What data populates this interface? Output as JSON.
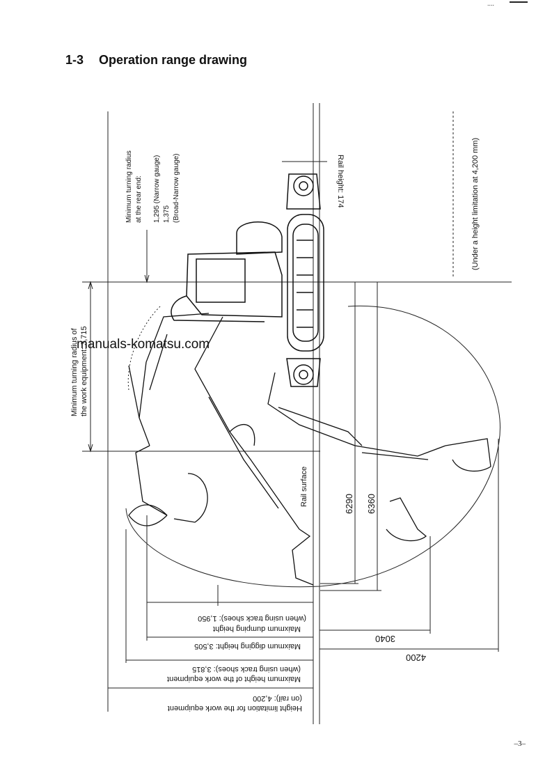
{
  "header": {
    "section_number": "1-3",
    "section_title": "Operation range drawing",
    "top_mark": "...."
  },
  "watermark": "manuals-komatsu.com",
  "annotations": {
    "turning_radius_rear": [
      "Minimum turning radius",
      "at the rear end:",
      "1,295 (Narrow gauge)",
      "1,375",
      "(Broad-Narrow gauge)"
    ],
    "rail_height": "Rail height: 174",
    "height_limit_note": "(Under a height limitation at 4,200 mm)",
    "turning_radius_work": [
      "Minimum turning radius of",
      "the work equipment: 3,715"
    ],
    "rail_surface": "Rail surface",
    "dim_6290": "6290",
    "dim_6360": "6360",
    "dim_3040": "3040",
    "dim_4200": "4200",
    "dumping_height": [
      "Maixmum dumping height",
      "(when using track shoes): 1,950"
    ],
    "digging_height": "Maixmum digging height: 3,505",
    "work_height": [
      "Maixmum height of the work equipment",
      "(when using track shoes): 3,815"
    ],
    "height_limit": [
      "Height limitation for the work equipment",
      "(on rail): 4,200"
    ]
  },
  "footer": {
    "page_number": "–3–"
  }
}
